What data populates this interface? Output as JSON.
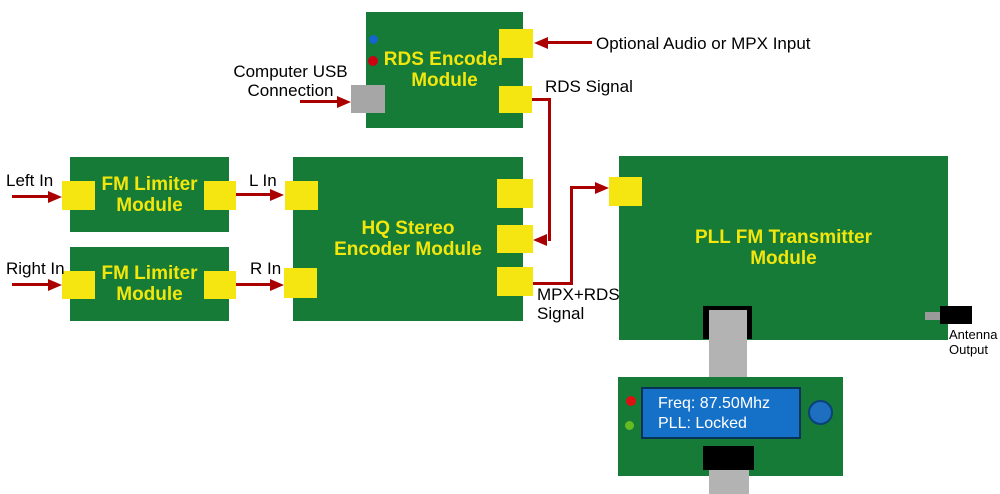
{
  "colors": {
    "board_green": "#157B36",
    "pad_yellow": "#F5E612",
    "title_yellow": "#F2E60D",
    "wire_red": "#AA0000",
    "connector_gray": "#A6A6A6",
    "ribbon_gray": "#B3B3B3",
    "lcd_blue": "#1571C8",
    "button_blue": "#1E6FC0",
    "led_red": "#DD1111",
    "led_green": "#66BB22",
    "dot_blue": "#1566CC",
    "dot_red": "#CC0011",
    "background": "#FFFFFF"
  },
  "modules": {
    "rds_encoder": {
      "title_line1": "RDS Encoder",
      "title_line2": "Module"
    },
    "fm_limiter_top": {
      "title_line1": "FM Limiter",
      "title_line2": "Module"
    },
    "fm_limiter_bottom": {
      "title_line1": "FM Limiter",
      "title_line2": "Module"
    },
    "stereo_encoder": {
      "title_line1": "HQ Stereo",
      "title_line2": "Encoder Module"
    },
    "pll_transmitter": {
      "title_line1": "PLL FM Transmitter",
      "title_line2": "Module"
    }
  },
  "labels": {
    "left_in": "Left In",
    "right_in": "Right In",
    "l_in": "L In",
    "r_in": "R In",
    "computer_usb_line1": "Computer USB",
    "computer_usb_line2": "Connection",
    "optional_input": "Optional Audio or MPX Input",
    "rds_signal": "RDS Signal",
    "mpx_rds_line1": "MPX+RDS",
    "mpx_rds_line2": "Signal",
    "antenna_line1": "Antenna",
    "antenna_line2": "Output"
  },
  "display": {
    "freq": "Freq: 87.50Mhz",
    "pll_status": "PLL: Locked"
  }
}
